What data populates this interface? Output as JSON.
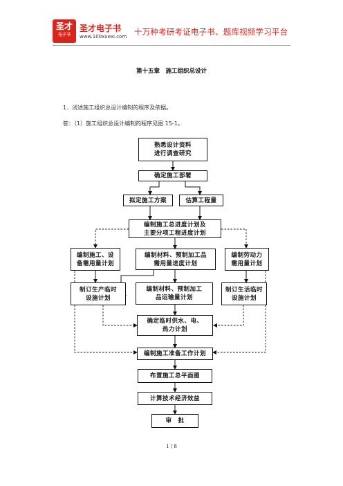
{
  "header": {
    "logo_top": "圣才",
    "logo_bottom": "电子书",
    "logo_name": "圣才电子书",
    "logo_url": "www.100xuexi.com",
    "slogan": "十万种考研考证电子书、题库视频学习平台"
  },
  "document": {
    "chapter_title": "第十五章　施工组织总设计",
    "question": "1．试述施工组织总设计编制的程序及依据。",
    "answer": "答：（1）施工组织总设计编制的程序见图 15-1。"
  },
  "flowchart": {
    "nodes": {
      "n1": "熟悉设计资料\n进行调查研究",
      "n2": "确定施工部署",
      "n3": "拟定施工方案",
      "n4": "估算工程量",
      "n5": "编制施工总进度计划及\n主要分项工程进度计划",
      "n6": "编制施工、设\n备需用量计划",
      "n7": "编制材料、预制加工品\n需用量进度计划",
      "n8": "编制劳动力\n需用量计划",
      "n9": "制订生产临时\n设施计划",
      "n10": "编制材料、预制加工\n品运输量计划",
      "n11": "制订生活临时\n设施计划",
      "n12": "确定临时供水、电、\n热力计划",
      "n13": "编制施工准备工作计划",
      "n14": "布置施工总平面图",
      "n15": "计算技术经济效益",
      "n16": "审　批"
    }
  },
  "footer": {
    "page": "1 / 8"
  }
}
